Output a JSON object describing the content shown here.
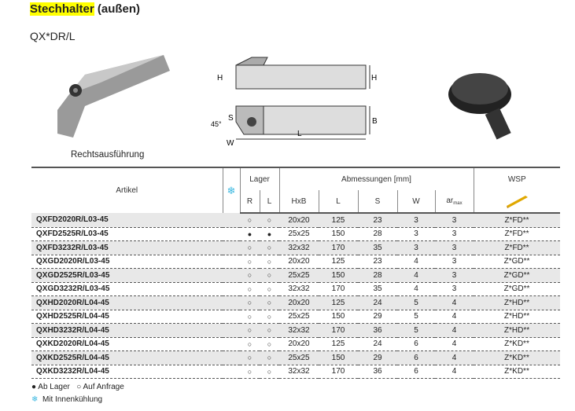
{
  "title": {
    "highlight": "Stechhalter",
    "rest": "(außen)"
  },
  "subtitle": "QX*DR/L",
  "caption": "Rechtsausführung",
  "drawing_labels": {
    "H_left": "H",
    "H_right": "H",
    "B": "B",
    "S": "S",
    "angle": "45°",
    "W": "W",
    "L": "L"
  },
  "table": {
    "headers": {
      "artikel": "Artikel",
      "coolant": "❄",
      "lager": "Lager",
      "abm": "Abmessungen [mm]",
      "wsp": "WSP",
      "R": "R",
      "L": "L",
      "hxb": "HxB",
      "len": "L",
      "s": "S",
      "w": "W",
      "ar": "ar",
      "ar_sub": "max"
    },
    "rows": [
      [
        "QXFD2020R/L03-45",
        "○",
        "○",
        "20x20",
        "125",
        "23",
        "3",
        "3",
        "Z*FD**"
      ],
      [
        "QXFD2525R/L03-45",
        "●",
        "●",
        "25x25",
        "150",
        "28",
        "3",
        "3",
        "Z*FD**"
      ],
      [
        "QXFD3232R/L03-45",
        "○",
        "○",
        "32x32",
        "170",
        "35",
        "3",
        "3",
        "Z*FD**"
      ],
      [
        "QXGD2020R/L03-45",
        "○",
        "○",
        "20x20",
        "125",
        "23",
        "4",
        "3",
        "Z*GD**"
      ],
      [
        "QXGD2525R/L03-45",
        "○",
        "○",
        "25x25",
        "150",
        "28",
        "4",
        "3",
        "Z*GD**"
      ],
      [
        "QXGD3232R/L03-45",
        "○",
        "○",
        "32x32",
        "170",
        "35",
        "4",
        "3",
        "Z*GD**"
      ],
      [
        "QXHD2020R/L04-45",
        "○",
        "○",
        "20x20",
        "125",
        "24",
        "5",
        "4",
        "Z*HD**"
      ],
      [
        "QXHD2525R/L04-45",
        "○",
        "○",
        "25x25",
        "150",
        "29",
        "5",
        "4",
        "Z*HD**"
      ],
      [
        "QXHD3232R/L04-45",
        "○",
        "○",
        "32x32",
        "170",
        "36",
        "5",
        "4",
        "Z*HD**"
      ],
      [
        "QXKD2020R/L04-45",
        "○",
        "○",
        "20x20",
        "125",
        "24",
        "6",
        "4",
        "Z*KD**"
      ],
      [
        "QXKD2525R/L04-45",
        "○",
        "○",
        "25x25",
        "150",
        "29",
        "6",
        "4",
        "Z*KD**"
      ],
      [
        "QXKD3232R/L04-45",
        "○",
        "○",
        "32x32",
        "170",
        "36",
        "6",
        "4",
        "Z*KD**"
      ]
    ]
  },
  "legend": {
    "stock_sym": "●",
    "stock": "Ab Lager",
    "request_sym": "○",
    "request": "Auf Anfrage",
    "cool_sym": "❄",
    "cool": "Mit Innenkühlung"
  }
}
